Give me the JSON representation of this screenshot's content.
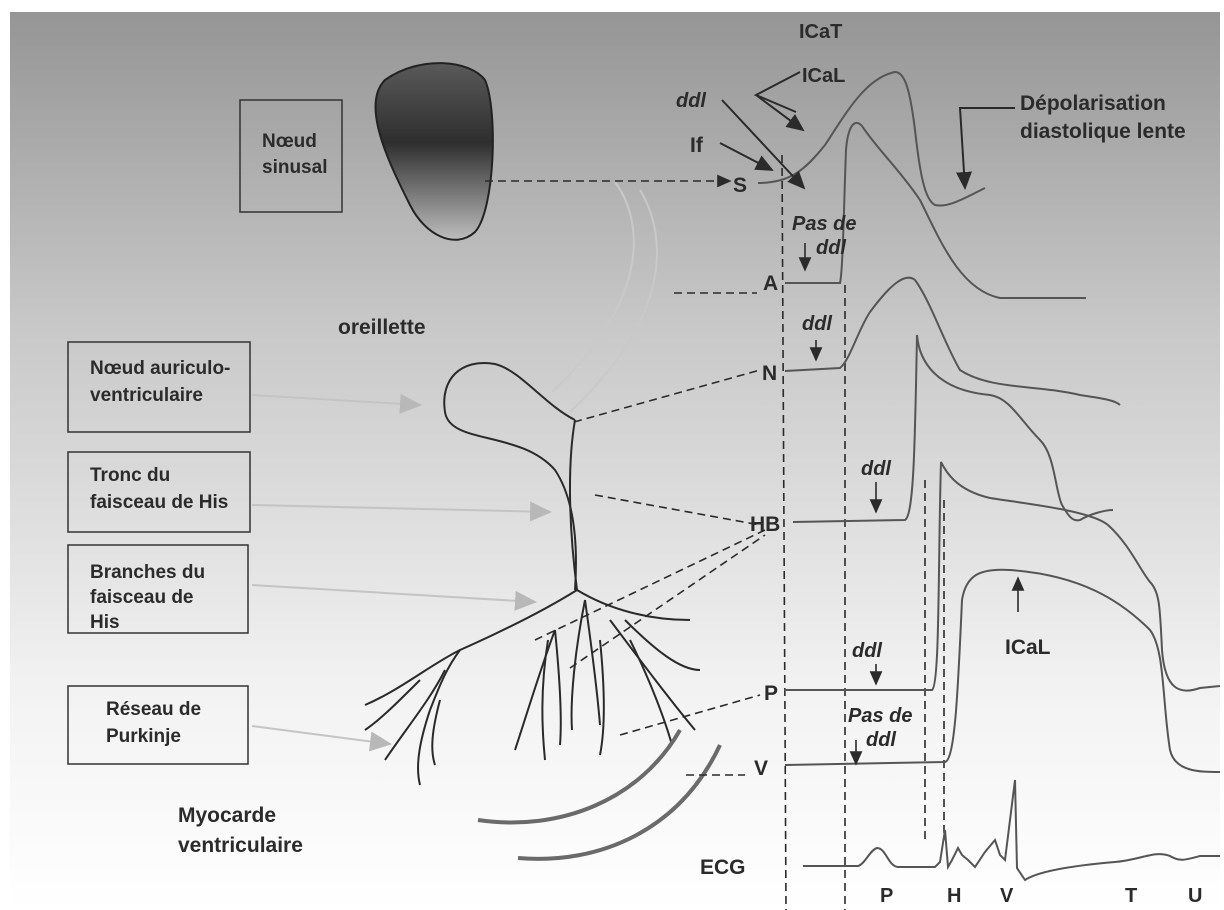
{
  "boxes": {
    "sinus_node": [
      "Nœud",
      "sinusal"
    ],
    "av_node": [
      "Nœud auriculo-",
      "ventriculaire"
    ],
    "his_trunk": [
      "Tronc du",
      "faisceau de His"
    ],
    "his_branches": [
      "Branches du",
      "faisceau de",
      "His"
    ],
    "purkinje": [
      "Réseau de",
      "Purkinje"
    ]
  },
  "regions": {
    "atrium": "oreillette",
    "ventricular_myocardium": [
      "Myocarde",
      "ventriculaire"
    ]
  },
  "currents": {
    "icat": "ICaT",
    "ical_top": "ICaL",
    "ddl_top": "ddl",
    "if": "If",
    "ical_bottom": "ICaL"
  },
  "annotations": {
    "slow_depolarization": [
      "Dépolarisation",
      "diastolique lente"
    ],
    "no_ddl_atrium": [
      "Pas de",
      "ddl"
    ],
    "ddl_node": "ddl",
    "ddl_his": "ddl",
    "ddl_purkinje": "ddl",
    "no_ddl_ventricle": [
      "Pas de",
      "ddl"
    ]
  },
  "traces": {
    "s": "S",
    "a": "A",
    "n": "N",
    "hb": "HB",
    "p": "P",
    "v": "V",
    "ecg": "ECG"
  },
  "ecg_waves": [
    "P",
    "H",
    "V",
    "T",
    "U"
  ],
  "colors": {
    "background_top": "#9a9a9a",
    "background_bottom": "#ffffff",
    "trace": "#555555",
    "text": "#2b2b2b"
  }
}
